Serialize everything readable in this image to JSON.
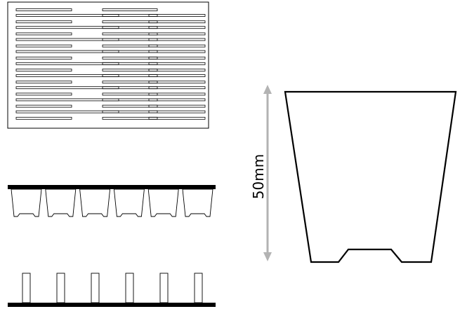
{
  "dimension": {
    "label": "50mm",
    "arrow_color": "#b3b3b3"
  },
  "colors": {
    "stroke": "#000000",
    "background": "#ffffff"
  },
  "top_view": {
    "rows": 10,
    "slot_columns": 3
  },
  "side_view": {
    "cell_count": 6
  },
  "front_view": {
    "post_count": 6
  }
}
